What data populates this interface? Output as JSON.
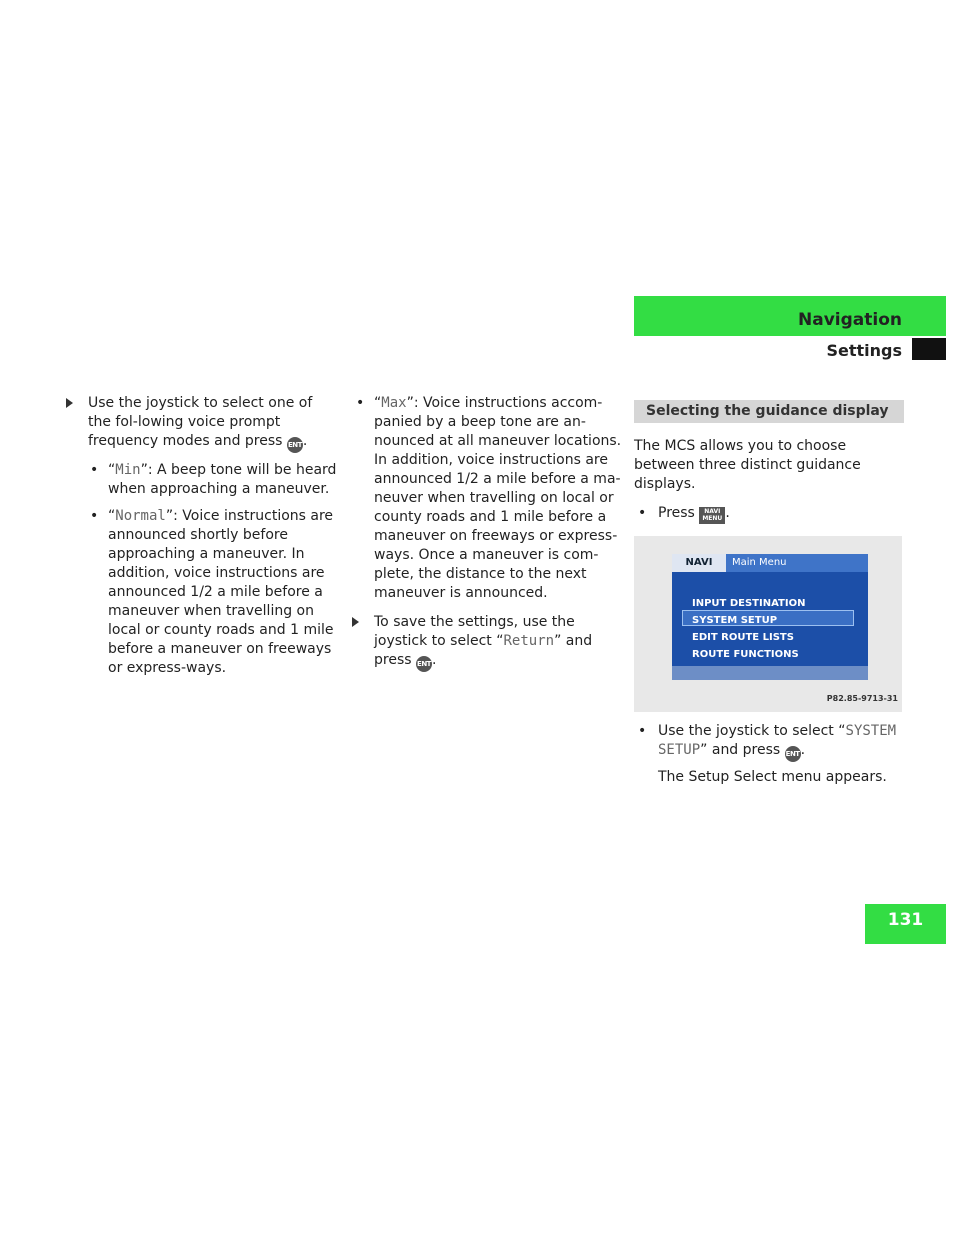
{
  "header": {
    "section": "Navigation",
    "subsection": "Settings",
    "page_number": "131"
  },
  "col1": {
    "step": {
      "text": "Use the joystick to select one of the fol-lowing voice prompt frequency modes and press",
      "end": "."
    },
    "bullets": [
      {
        "open": "“",
        "option": "Min",
        "text": "”: A beep tone will be heard when approaching a maneuver."
      },
      {
        "open": "“",
        "option": "Normal",
        "text": "”: Voice instructions are announced shortly before approaching a maneuver. In addition, voice instructions are announced 1/2 a mile before a maneuver when travelling on local or county roads and 1 mile before a maneuver on freeways or express-ways."
      }
    ]
  },
  "col2": {
    "bullet": {
      "open": "“",
      "option": "Max",
      "text": "”: Voice instructions accom-panied by a beep tone are an-nounced at all maneuver locations. In addition, voice instructions are announced 1/2 a mile before a ma-neuver when travelling on local or county roads and 1 mile before a maneuver on freeways or express-ways. Once a maneuver is com-plete, the distance to the next maneuver is announced."
    },
    "step": {
      "text": "To save the settings, use the joystick to select “",
      "option": "Return",
      "text2": "” and press",
      "end": "."
    }
  },
  "col3": {
    "section_title": "Selecting the guidance display",
    "intro": "The MCS allows you to choose between three distinct guidance displays.",
    "press": {
      "text": "Press",
      "key_line1": "NAVI",
      "key_line2": "MENU",
      "end": "."
    },
    "screen": {
      "tab": "NAVI",
      "title": "Main Menu",
      "items": [
        "INPUT DESTINATION",
        "SYSTEM SETUP",
        "EDIT ROUTE LISTS",
        "ROUTE FUNCTIONS"
      ],
      "code": "P82.85-9713-31"
    },
    "select": {
      "text": "Use the joystick to select “",
      "option": "SYSTEM SETUP",
      "text2": "” and press",
      "end": "."
    },
    "after": "The Setup Select menu appears."
  },
  "icons": {
    "enter_key": "ENT",
    "bullet": "•"
  },
  "colors": {
    "accent_green": "#33dd44",
    "section_bar": "#d6d6d6",
    "screen_blue": "#1c4fa8"
  }
}
